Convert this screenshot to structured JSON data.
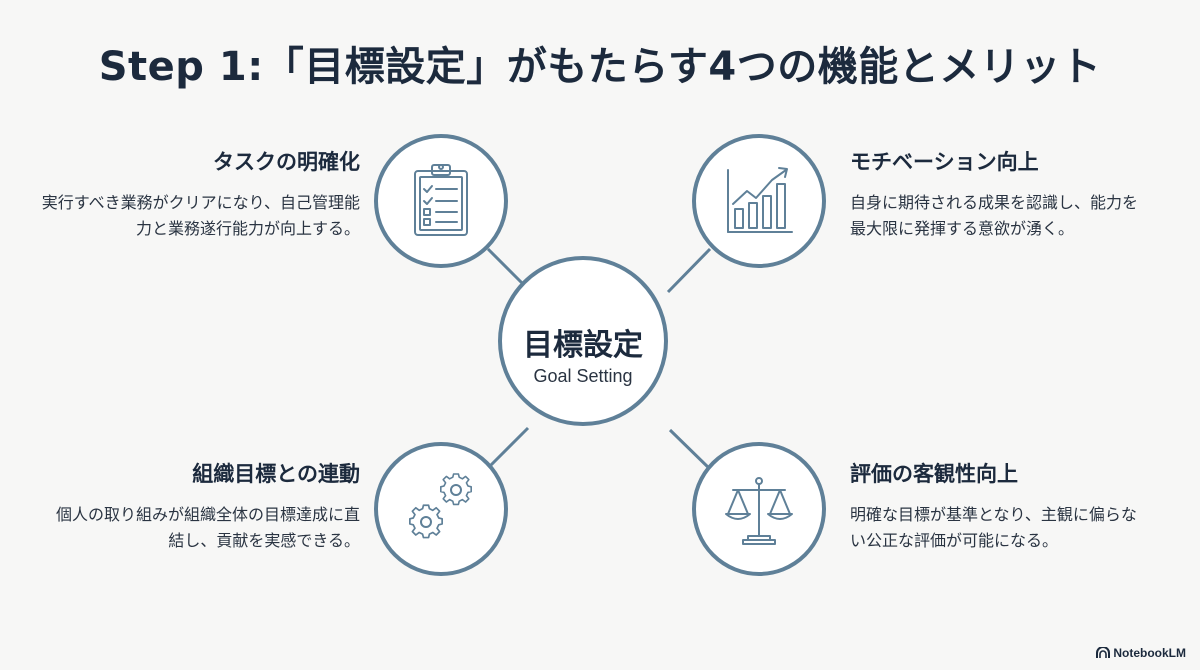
{
  "title": "Step 1:「目標設定」がもたらす4つの機能とメリット",
  "center": {
    "title": "目標設定",
    "subtitle": "Goal Setting"
  },
  "items": [
    {
      "heading": "タスクの明確化",
      "description": "実行すべき業務がクリアになり、自己管理能力と業務遂行能力が向上する。",
      "icon": "clipboard-checklist-icon"
    },
    {
      "heading": "モチベーション向上",
      "description": "自身に期待される成果を認識し、能力を最大限に発揮する意欲が湧く。",
      "icon": "bar-chart-growth-icon"
    },
    {
      "heading": "組織目標との連動",
      "description": "個人の取り組みが組織全体の目標達成に直結し、貢献を実感できる。",
      "icon": "gears-icon"
    },
    {
      "heading": "評価の客観性向上",
      "description": "明確な目標が基準となり、主観に偏らない公正な評価が可能になる。",
      "icon": "balance-scale-icon"
    }
  ],
  "brand": "NotebookLM",
  "colors": {
    "accent": "#5f8098",
    "text": "#1c2a3d",
    "background": "#f7f7f6"
  }
}
